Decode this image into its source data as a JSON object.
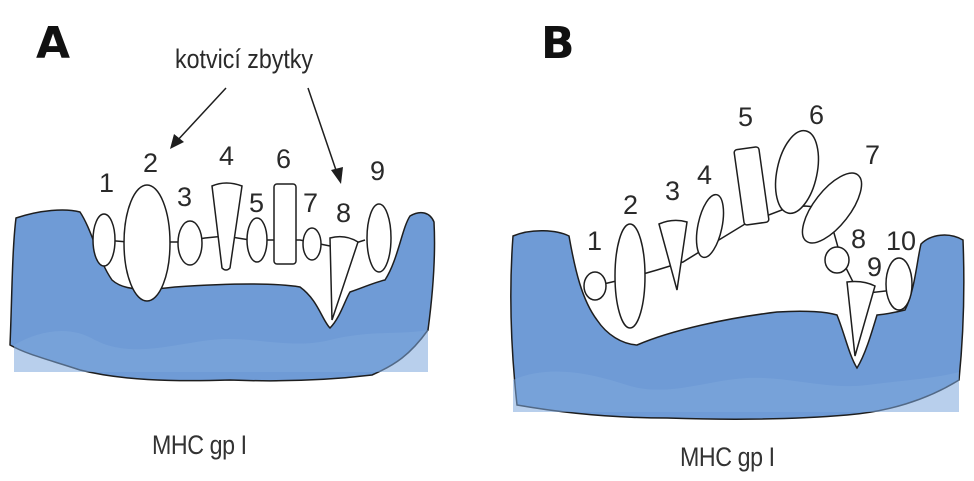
{
  "panels": [
    {
      "letter": "A",
      "annotation": "kotvicí zbytky",
      "caption": "MHC gp I",
      "residues": [
        "1",
        "2",
        "3",
        "4",
        "5",
        "6",
        "7",
        "8",
        "9"
      ]
    },
    {
      "letter": "B",
      "caption": "MHC gp I",
      "residues": [
        "1",
        "2",
        "3",
        "4",
        "5",
        "6",
        "7",
        "8",
        "9",
        "10"
      ]
    }
  ],
  "colors": {
    "groove_fill": "#6f9bd6",
    "groove_outline": "#1e1e1e",
    "residue_fill": "#ffffff",
    "text": "#2a2a2a"
  }
}
